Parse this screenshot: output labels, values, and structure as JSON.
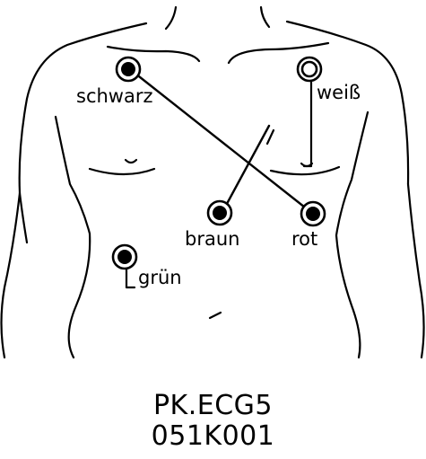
{
  "electrodes": [
    {
      "id": "schwarz",
      "label": "schwarz",
      "fill": "#000000"
    },
    {
      "id": "weiss",
      "label": "weiß",
      "fill": "#ffffff"
    },
    {
      "id": "braun",
      "label": "braun",
      "fill": "#000000"
    },
    {
      "id": "rot",
      "label": "rot",
      "fill": "#000000"
    },
    {
      "id": "gruen",
      "label": "grün",
      "fill": "#000000"
    }
  ],
  "code": {
    "line1": "PK.ECG5",
    "line2": "051K001"
  }
}
